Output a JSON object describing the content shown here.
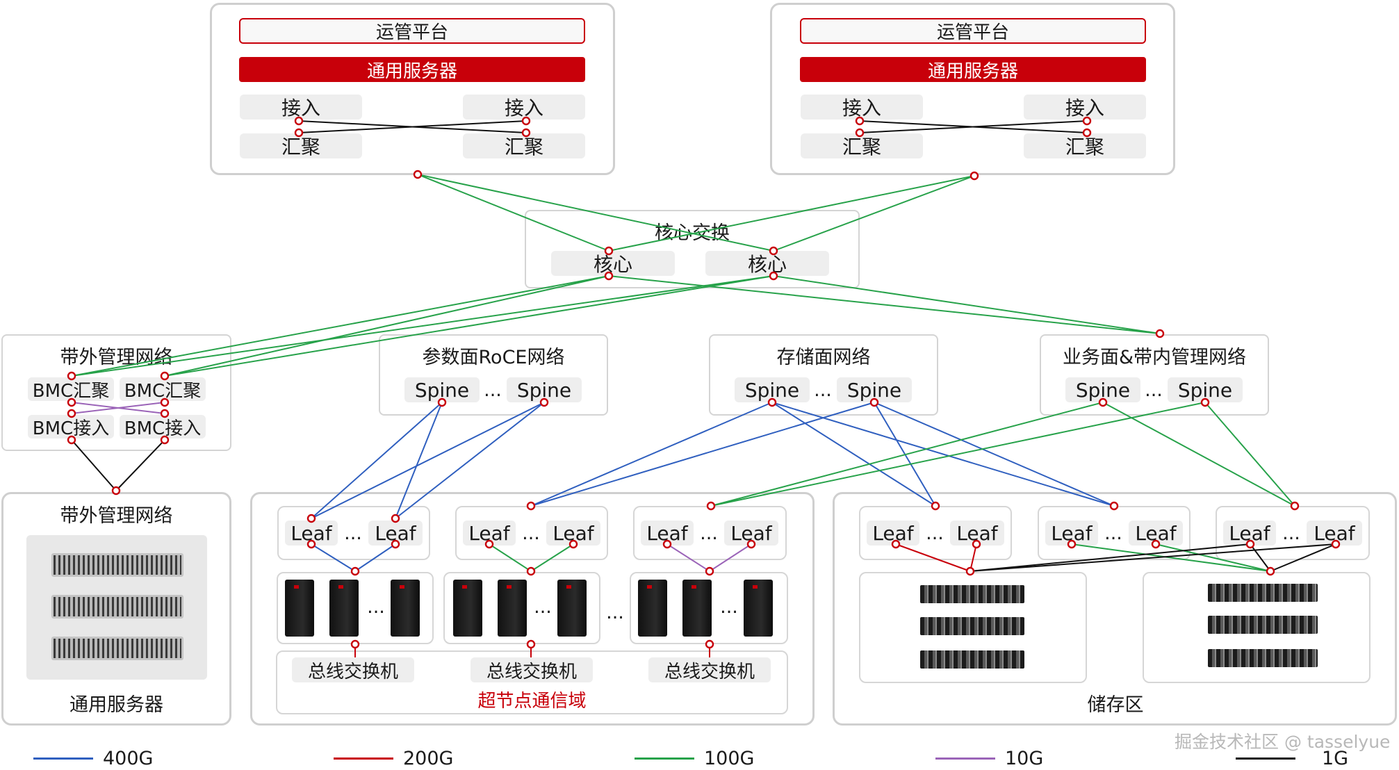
{
  "ops_platforms": [
    {
      "title": "运管平台",
      "server": "通用服务器",
      "access": [
        "接入",
        "接入"
      ],
      "aggr": [
        "汇聚",
        "汇聚"
      ]
    },
    {
      "title": "运管平台",
      "server": "通用服务器",
      "access": [
        "接入",
        "接入"
      ],
      "aggr": [
        "汇聚",
        "汇聚"
      ]
    }
  ],
  "core": {
    "title": "核心交换",
    "nodes": [
      "核心",
      "核心"
    ]
  },
  "oob_net": {
    "title": "带外管理网络",
    "aggr": [
      "BMC汇聚",
      "BMC汇聚"
    ],
    "access": [
      "BMC接入",
      "BMC接入"
    ]
  },
  "oob_servers": {
    "title": "带外管理网络",
    "label": "通用服务器"
  },
  "roce_net": {
    "title": "参数面RoCE网络",
    "spine": "Spine",
    "ellipsis": "..."
  },
  "storage_net": {
    "title": "存储面网络",
    "spine": "Spine",
    "ellipsis": "..."
  },
  "biz_net": {
    "title": "业务面&带内管理网络",
    "spine": "Spine",
    "ellipsis": "..."
  },
  "leaf": {
    "label": "Leaf",
    "ellipsis": "..."
  },
  "supernode": {
    "switch_label": "总线交换机",
    "domain_label": "超节点通信域",
    "ellipsis": "..."
  },
  "storage_zone": {
    "label": "储存区"
  },
  "legend": [
    {
      "label": "400G",
      "color": "#2f5fbf"
    },
    {
      "label": "200G",
      "color": "#c8000a"
    },
    {
      "label": "100G",
      "color": "#27a24a"
    },
    {
      "label": "10G",
      "color": "#9b64b8"
    },
    {
      "label": "1G",
      "color": "#111111"
    }
  ],
  "watermark": "掘金技术社区 @ tasselyue"
}
